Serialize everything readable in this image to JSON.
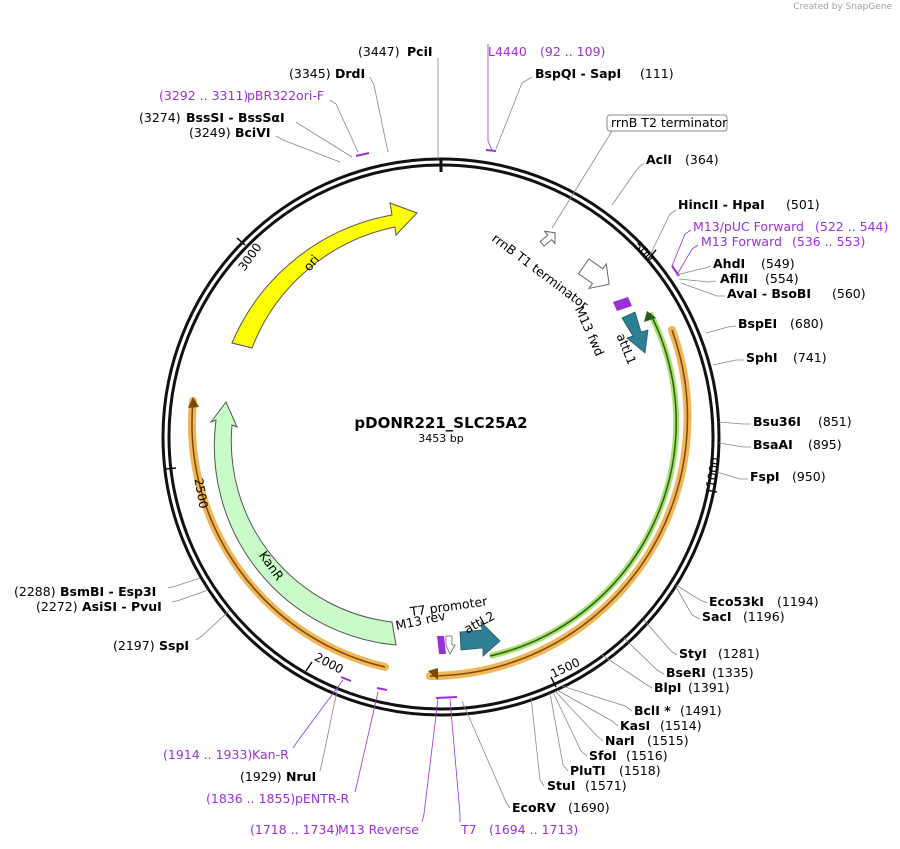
{
  "credit": "Created by SnapGene",
  "plasmid": {
    "name": "pDONR221_SLC25A2",
    "size_label": "3453 bp"
  },
  "ticks": [
    "500",
    "1000",
    "1500",
    "2000",
    "2500",
    "3000"
  ],
  "features": {
    "ori": "ori",
    "kanr": "KanR",
    "rrnb_t1": "rrnB T1 terminator",
    "rrnb_t2": "rrnB T2 terminator",
    "m13_fwd": "M13 fwd",
    "attl1": "attL1",
    "t7_promoter": "T7 promoter",
    "m13_rev": "M13 rev",
    "attl2": "attL2"
  },
  "sites": {
    "pcii": {
      "pos": "(3447)",
      "name": "PciI"
    },
    "drdi": {
      "pos": "(3345)",
      "name": "DrdI"
    },
    "pbr322": {
      "range": "(3292 .. 3311)",
      "name": "pBR322ori-F"
    },
    "bsssi": {
      "pos": "(3274)",
      "name": "BssSI  -  BssSαI"
    },
    "bcivi": {
      "pos": "(3249)",
      "name": "BciVI"
    },
    "l4440": {
      "name": "L4440",
      "range": "(92 .. 109)"
    },
    "bspqi": {
      "name": "BspQI  -  SapI",
      "pos": "(111)"
    },
    "acli": {
      "name": "AclI",
      "pos": "(364)"
    },
    "hincii": {
      "name": "HincII  -  HpaI",
      "pos": "(501)"
    },
    "m13puc": {
      "name": "M13/pUC Forward",
      "range": "(522 .. 544)"
    },
    "m13forward": {
      "name": "M13 Forward",
      "range": "(536 .. 553)"
    },
    "ahdi": {
      "name": "AhdI",
      "pos": "(549)"
    },
    "aflii": {
      "name": "AflII",
      "pos": "(554)"
    },
    "avai": {
      "name": "AvaI  -  BsoBI",
      "pos": "(560)"
    },
    "bspei": {
      "name": "BspEI",
      "pos": "(680)"
    },
    "sphi": {
      "name": "SphI",
      "pos": "(741)"
    },
    "bsu36i": {
      "name": "Bsu36I",
      "pos": "(851)"
    },
    "bsaai": {
      "name": "BsaAI",
      "pos": "(895)"
    },
    "fspi": {
      "name": "FspI",
      "pos": "(950)"
    },
    "eco53ki": {
      "name": "Eco53kI",
      "pos": "(1194)"
    },
    "saci": {
      "name": "SacI",
      "pos": "(1196)"
    },
    "styi": {
      "name": "StyI",
      "pos": "(1281)"
    },
    "bseri": {
      "name": "BseRI",
      "pos": "(1335)"
    },
    "blpi": {
      "name": "BlpI",
      "pos": "(1391)"
    },
    "bcli": {
      "name": "BclI *",
      "pos": "(1491)"
    },
    "kasi": {
      "name": "KasI",
      "pos": "(1514)"
    },
    "nari": {
      "name": "NarI",
      "pos": "(1515)"
    },
    "sfoi": {
      "name": "SfoI",
      "pos": "(1516)"
    },
    "pluti": {
      "name": "PluTI",
      "pos": "(1518)"
    },
    "stui": {
      "name": "StuI",
      "pos": "(1571)"
    },
    "ecorv": {
      "name": "EcoRV",
      "pos": "(1690)"
    },
    "t7": {
      "name": "T7",
      "range": "(1694 .. 1713)"
    },
    "m13reverse": {
      "range": "(1718 .. 1734)",
      "name": "M13 Reverse"
    },
    "pentr": {
      "range": "(1836 .. 1855)",
      "name": "pENTR-R"
    },
    "nrui": {
      "pos": "(1929)",
      "name": "NruI"
    },
    "kanr_primer": {
      "range": "(1914 .. 1933)",
      "name": "Kan-R"
    },
    "sspi": {
      "pos": "(2197)",
      "name": "SspI"
    },
    "asisi": {
      "pos": "(2272)",
      "name": "AsiSI  -  PvuI"
    },
    "bsmbi": {
      "pos": "(2288)",
      "name": "BsmBI  -  Esp3I"
    }
  },
  "colors": {
    "backbone": "#111111",
    "ori": "#ffff00",
    "kanr": "#c8fbc8",
    "att": "#2e7f93",
    "primer": "#9b30d9",
    "insert_orange": "#f1b55a",
    "insert_green": "#a8e070"
  }
}
